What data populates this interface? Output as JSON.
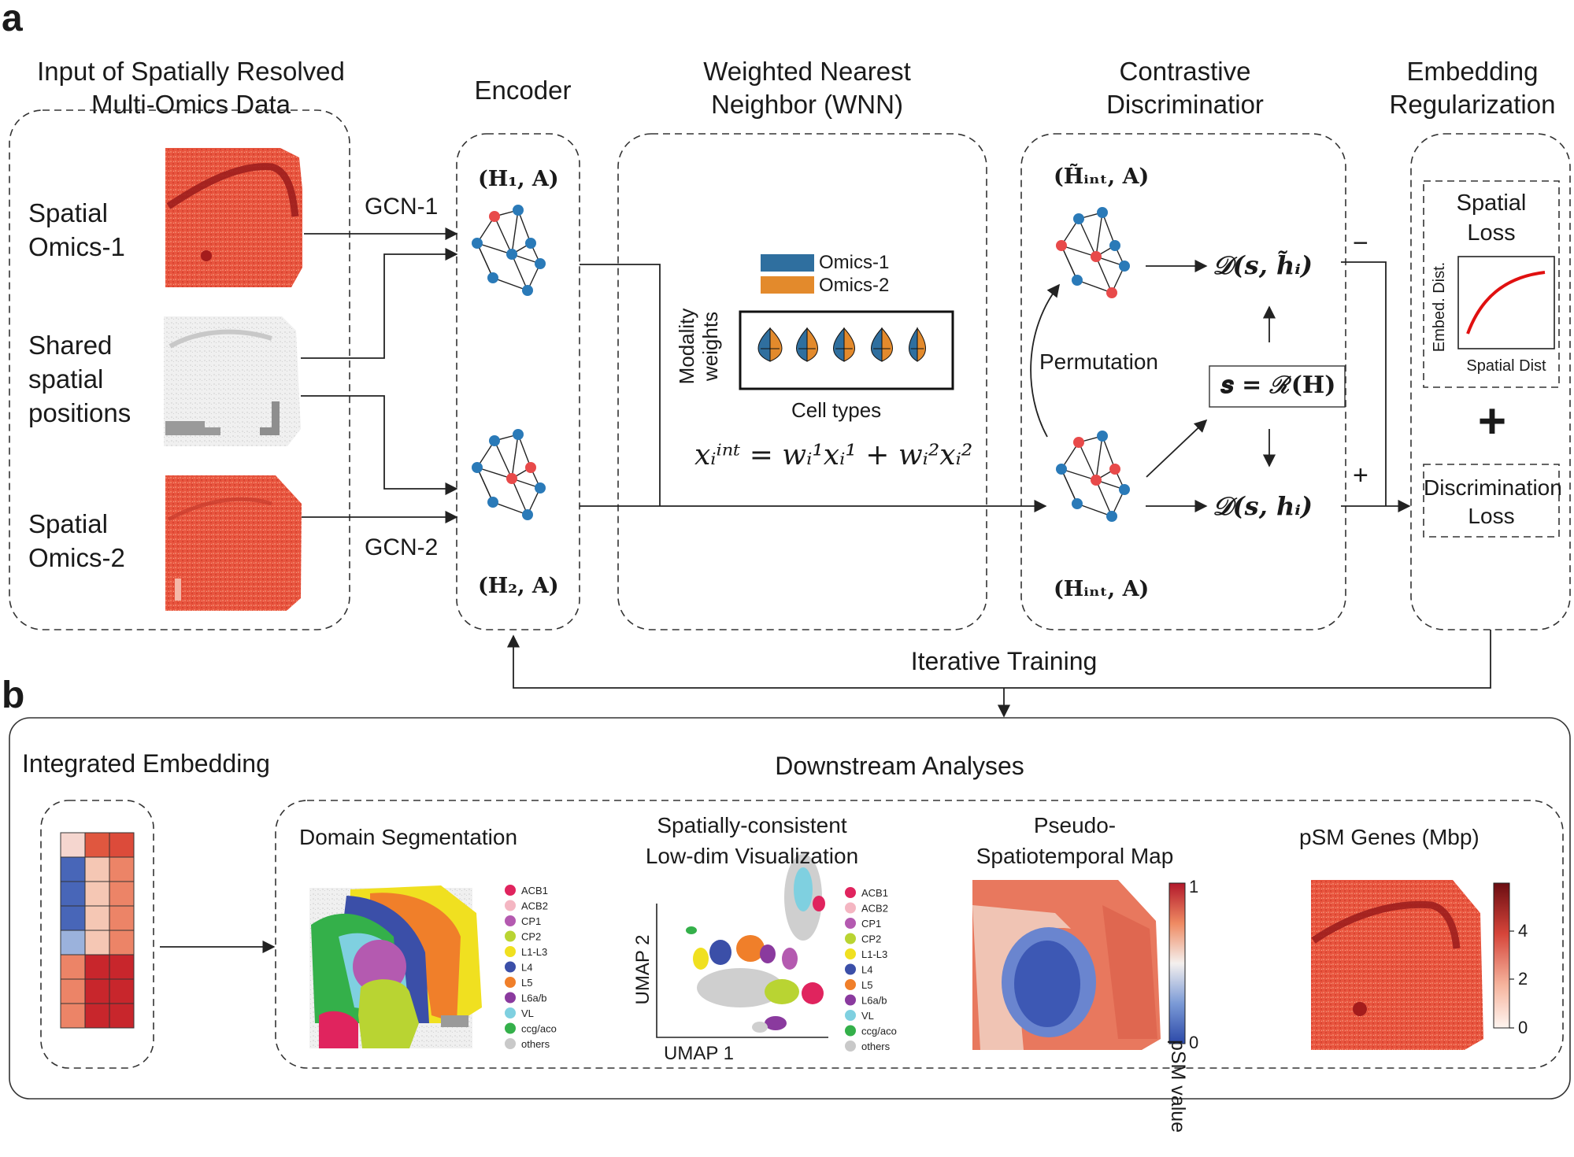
{
  "panel_a": {
    "letter": "a",
    "headers": {
      "input": "Input of Spatially Resolved\nMulti-Omics Data",
      "encoder": "Encoder",
      "wnn": "Weighted Nearest\nNeighbor (WNN)",
      "discriminator": "Contrastive\nDiscriminatior",
      "regularization": "Embedding\nRegularization"
    },
    "inputs": {
      "omics1": "Spatial\nOmics-1",
      "shared": "Shared\nspatial\npositions",
      "omics2": "Spatial\nOmics-2"
    },
    "edges": {
      "gcn1": "GCN-1",
      "gcn2": "GCN-2"
    },
    "encoder": {
      "h1": "(H₁, A)",
      "h2": "(H₂, A)"
    },
    "wnn": {
      "legend": [
        "Omics-1",
        "Omics-2"
      ],
      "ylabel": "Modality\nweights",
      "xlabel": "Cell types",
      "equation": "xᵢⁱⁿᵗ = wᵢ¹xᵢ¹ + wᵢ²xᵢ²",
      "colors": {
        "omics1": "#2f6f9f",
        "omics2": "#e38a2c"
      }
    },
    "discriminator": {
      "h_tilde": "(H̃ᵢₙₜ, A)",
      "h_int": "(Hᵢₙₜ, A)",
      "permutation": "Permutation",
      "d_neg": "𝒟(𝒔, h̃ᵢ)",
      "d_pos": "𝒟(𝒔, 𝒉ᵢ)",
      "readout": "𝒔 = ℛ(𝐇)",
      "minus": "−",
      "plus": "+"
    },
    "regularization": {
      "spatial_loss": "Spatial\nLoss",
      "embed_dist": "Embed. Dist.",
      "spatial_dist": "Spatial Dist",
      "plus": "+",
      "discrimination_loss": "Discrimination\nLoss"
    },
    "iterative_training": "Iterative Training"
  },
  "panel_b": {
    "letter": "b",
    "integrated_embedding": "Integrated Embedding",
    "downstream": "Downstream Analyses",
    "domain_segmentation": "Domain Segmentation",
    "visualization": "Spatially-consistent\nLow-dim Visualization",
    "umap_x": "UMAP 1",
    "umap_y": "UMAP 2",
    "pseudo_map": "Pseudo-\nSpatiotemporal Map",
    "psm_label": "pSM value",
    "psm_ticks": [
      "1",
      "0"
    ],
    "psm_genes": "pSM Genes (Mbp)",
    "gene_ticks": [
      "4",
      "2",
      "0"
    ],
    "domains": [
      {
        "name": "ACB1",
        "color": "#e0245e"
      },
      {
        "name": "ACB2",
        "color": "#f4b6c2"
      },
      {
        "name": "CP1",
        "color": "#b45ab0"
      },
      {
        "name": "CP2",
        "color": "#b9d432"
      },
      {
        "name": "L1-L3",
        "color": "#f0e020"
      },
      {
        "name": "L4",
        "color": "#3b4fa8"
      },
      {
        "name": "L5",
        "color": "#f07f2a"
      },
      {
        "name": "L6a/b",
        "color": "#8a3a9e"
      },
      {
        "name": "VL",
        "color": "#7fd0e0"
      },
      {
        "name": "ccg/aco",
        "color": "#34b04a"
      },
      {
        "name": "others",
        "color": "#c9c9c9"
      }
    ]
  }
}
